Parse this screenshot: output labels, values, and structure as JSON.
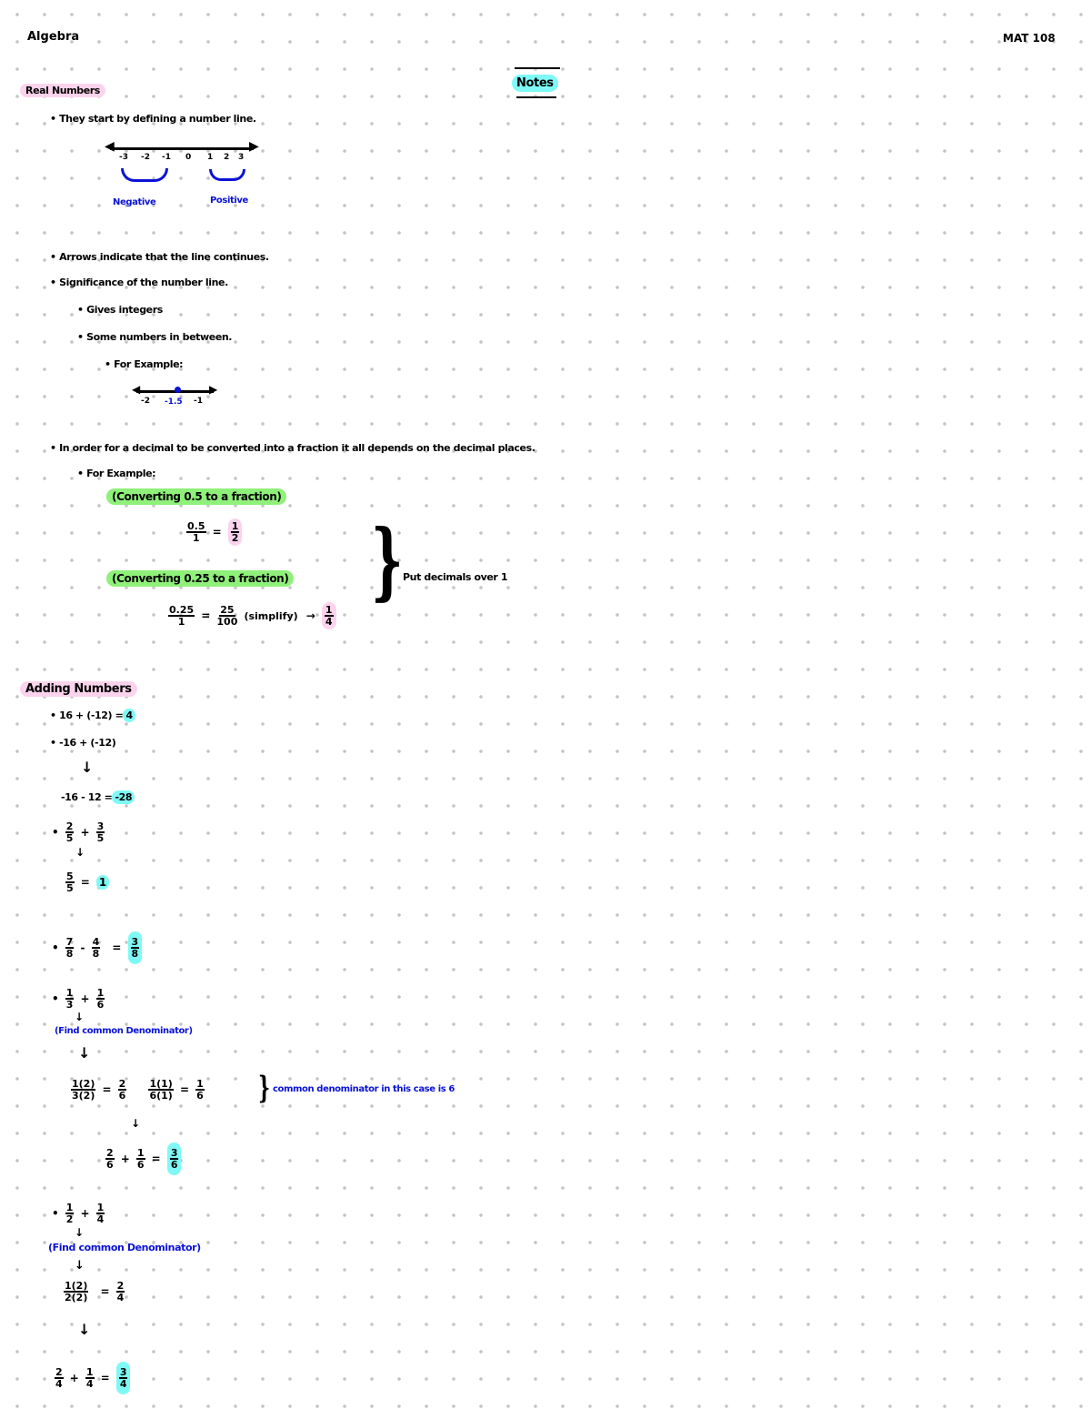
{
  "header": {
    "subject": "Algebra",
    "course": "MAT 108",
    "page_label": "Notes"
  },
  "sections": [
    {
      "title": "Real Numbers",
      "highlight": "#fbd3ec",
      "intro": "They start by defining a number line.",
      "number_line": {
        "ticks": [
          "-3",
          "-2",
          "-1",
          "0",
          "1",
          "2",
          "3"
        ],
        "groups": [
          {
            "label": "Negative",
            "color": "#0a12d6"
          },
          {
            "label": "Positive",
            "color": "#0a12d6"
          }
        ]
      },
      "bullets": [
        "Arrows indicate that the line continues.",
        "Significance of the number line."
      ],
      "sub_bullets": [
        "Gives integers",
        "Some numbers in between."
      ],
      "example_label": "For Example:",
      "small_number_line": {
        "ticks": [
          "-2",
          "-1.5",
          "-1"
        ],
        "highlight_tick": "-1.5"
      },
      "decimal_note": "In order for a decimal to be converted into a fraction it all depends on the decimal places.",
      "decimal_example_label": "For Example:",
      "conversions": [
        {
          "label": "(Converting 0.5 to a fraction)",
          "lhs": {
            "num": "0.5",
            "den": "1"
          },
          "equals": "=",
          "result": {
            "num": "1",
            "den": "2"
          }
        },
        {
          "label": "(Converting 0.25 to a fraction)",
          "lhs": {
            "num": "0.25",
            "den": "1"
          },
          "equals": "=",
          "mid": {
            "num": "25",
            "den": "100"
          },
          "simplify": "(simplify)",
          "arrow": "→",
          "result": {
            "num": "1",
            "den": "4"
          }
        }
      ],
      "brace_note": "Put decimals over 1"
    },
    {
      "title": "Adding Numbers",
      "highlight": "#fbd3ec",
      "ex1": {
        "expr": "16 + (-12) =",
        "answer": "4"
      },
      "ex2": {
        "expr": "-16 + (-12)",
        "step": "-16 - 12 =",
        "answer": "-28"
      },
      "ex3": {
        "a": {
          "num": "2",
          "den": "5"
        },
        "op": "+",
        "b": {
          "num": "3",
          "den": "5"
        },
        "result": {
          "num": "5",
          "den": "5"
        },
        "answer": "1"
      },
      "ex4": {
        "a": {
          "num": "7",
          "den": "8"
        },
        "op": "-",
        "b": {
          "num": "4",
          "den": "8"
        },
        "answer": {
          "num": "3",
          "den": "8"
        }
      },
      "ex5": {
        "a": {
          "num": "1",
          "den": "3"
        },
        "op": "+",
        "b": {
          "num": "1",
          "den": "6"
        },
        "hint": "(Find common Denominator)",
        "step1": {
          "expr1_num": "1(2)",
          "expr1_den": "3(2)",
          "res1": {
            "num": "2",
            "den": "6"
          },
          "expr2_num": "1(1)",
          "expr2_den": "6(1)",
          "res2": {
            "num": "1",
            "den": "6"
          }
        },
        "brace_note": "common denominator in this case is 6",
        "step2": {
          "a": {
            "num": "2",
            "den": "6"
          },
          "b": {
            "num": "1",
            "den": "6"
          },
          "answer": {
            "num": "3",
            "den": "6"
          }
        }
      },
      "ex6": {
        "a": {
          "num": "1",
          "den": "2"
        },
        "op": "+",
        "b": {
          "num": "1",
          "den": "4"
        },
        "hint": "(Find common Denominator)",
        "step1": {
          "expr_num": "1(2)",
          "expr_den": "2(2)",
          "res": {
            "num": "2",
            "den": "4"
          }
        },
        "step2": {
          "a": {
            "num": "2",
            "den": "4"
          },
          "b": {
            "num": "1",
            "den": "4"
          },
          "answer": {
            "num": "3",
            "den": "4"
          }
        }
      }
    }
  ],
  "symbols": {
    "eq": "=",
    "plus": "+",
    "minus": "-",
    "down_arrow": "↓",
    "bullet": "•",
    "brace": "}",
    "small_brace": "}",
    "u_brace": "⏝"
  }
}
